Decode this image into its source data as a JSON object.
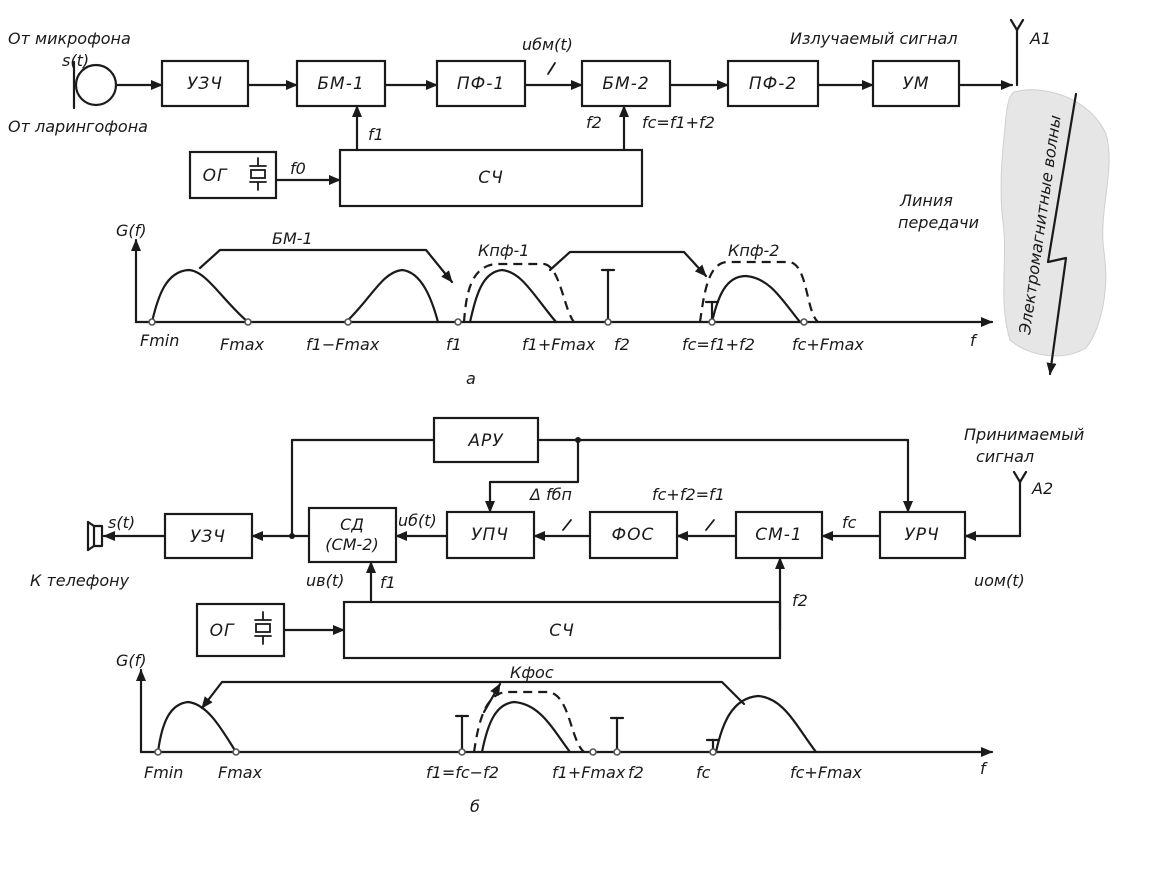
{
  "transmitter": {
    "mic_label": "От микрофона",
    "laryngophone_label": "От ларингофона",
    "signal_s": "s(t)",
    "blocks": {
      "uzch": "УЗЧ",
      "bm1": "БМ-1",
      "pf1": "ПФ-1",
      "bm2": "БМ-2",
      "pf2": "ПФ-2",
      "um": "УМ",
      "og": "ОГ",
      "sch": "СЧ"
    },
    "u_bm": "uбм(t)",
    "emitted_signal": "Излучаемый сигнал",
    "antenna": "А1",
    "f1": "f1",
    "f2": "f2",
    "f0": "f0",
    "fc_eq": "fc=f1+f2"
  },
  "channel": {
    "line_label_1": "Линия",
    "line_label_2": "передачи",
    "waves_label": "Электромагнитные волны"
  },
  "spectrum_a": {
    "g_label": "G(f)",
    "bm1_label": "БМ-1",
    "kpf1": "Кпф-1",
    "kpf2": "Кпф-2",
    "ticks": [
      "Fmin",
      "Fmax",
      "f1−Fmax",
      "f1",
      "f1+Fmax",
      "f2",
      "fc=f1+f2",
      "fc+Fmax"
    ],
    "f_axis": "f",
    "caption": "а"
  },
  "receiver": {
    "received_1": "Принимаемый",
    "received_2": "сигнал",
    "antenna": "А2",
    "blocks": {
      "apu": "АРУ",
      "uzch": "УЗЧ",
      "sd1": "СД",
      "sd2": "(СМ-2)",
      "upch": "УПЧ",
      "fos": "ФОС",
      "sm1": "СМ-1",
      "urch": "УРЧ",
      "og": "ОГ",
      "sch": "СЧ"
    },
    "s_t": "s(t)",
    "to_phone": "К телефону",
    "ub": "uб(t)",
    "uv": "uв(t)",
    "delta_f": "Δ fбп",
    "fc_f2": "fc+f2=f1",
    "fc": "fc",
    "u_om": "uом(t)",
    "f1": "f1",
    "f2": "f2"
  },
  "spectrum_b": {
    "g_label": "G(f)",
    "kfos": "Кфос",
    "ticks": [
      "Fmin",
      "Fmax",
      "f1=fc−f2",
      "f1+Fmax",
      "f2",
      "fc",
      "fc+Fmax"
    ],
    "f_axis": "f",
    "caption": "б"
  }
}
